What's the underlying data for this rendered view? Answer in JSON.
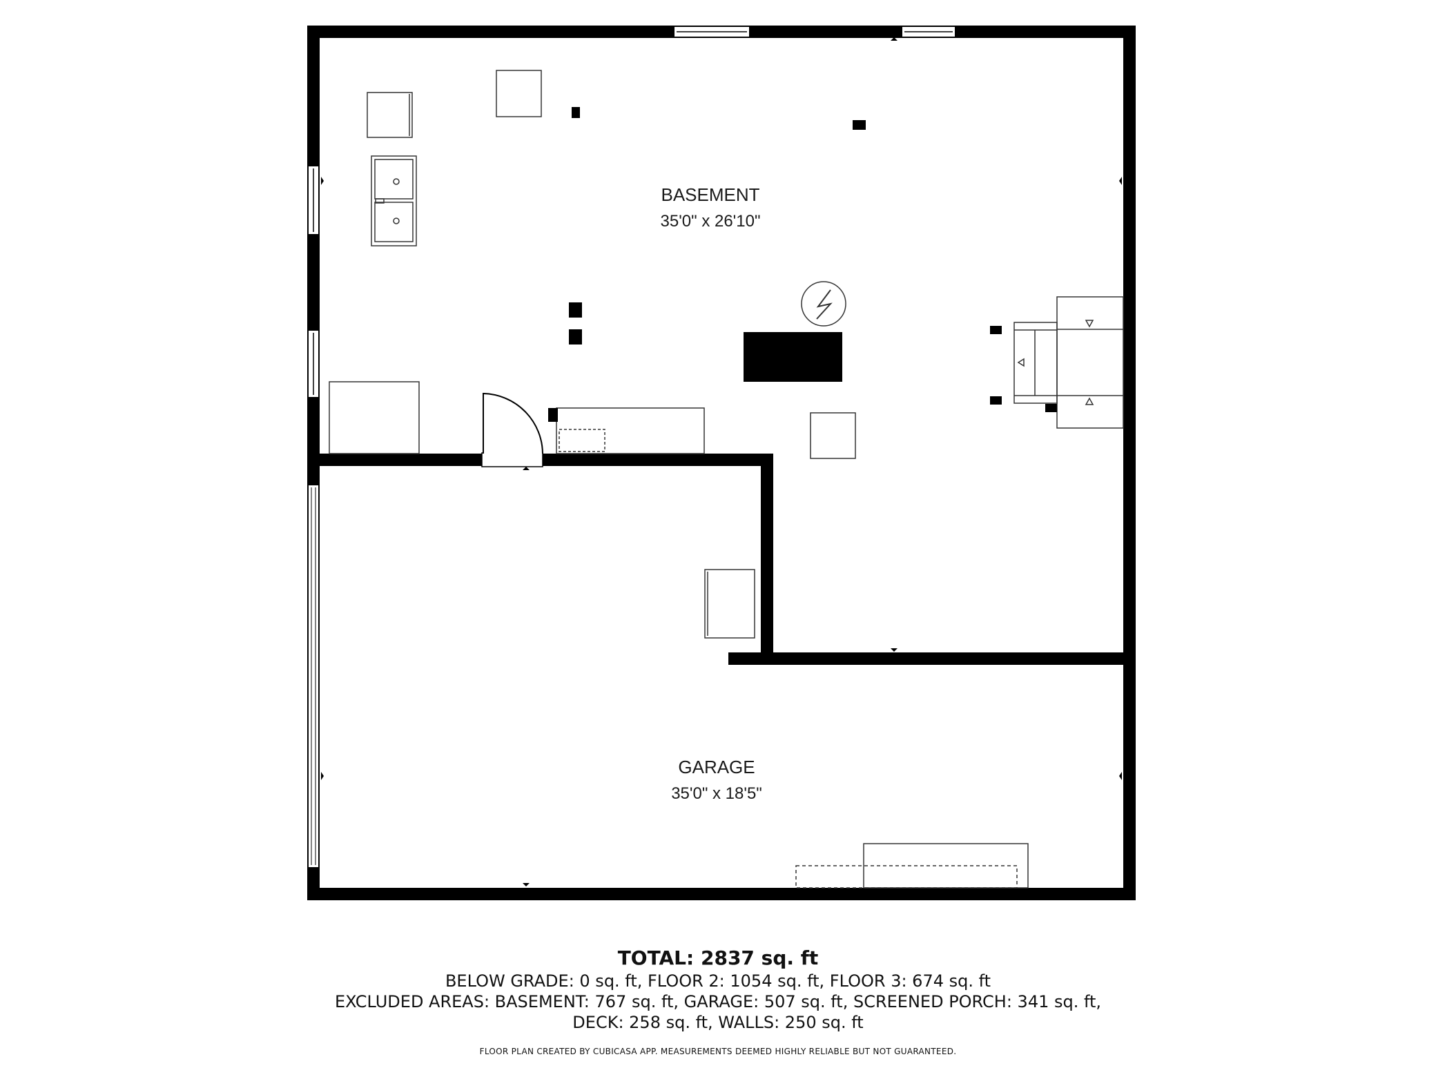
{
  "rooms": {
    "basement": {
      "name": "BASEMENT",
      "dimensions": "35'0\" x 26'10\""
    },
    "garage": {
      "name": "GARAGE",
      "dimensions": "35'0\" x 18'5\""
    }
  },
  "summary": {
    "total": "TOTAL: 2837 sq. ft",
    "line1": "BELOW GRADE: 0 sq. ft, FLOOR 2: 1054 sq. ft, FLOOR 3: 674 sq. ft",
    "line2": "EXCLUDED AREAS: BASEMENT: 767 sq. ft, GARAGE: 507 sq. ft, SCREENED PORCH: 341 sq. ft,",
    "line3": "DECK: 258 sq. ft, WALLS: 250 sq. ft",
    "credit": "FLOOR PLAN CREATED BY CUBICASA APP. MEASUREMENTS DEEMED HIGHLY RELIABLE BUT NOT GUARANTEED."
  },
  "colors": {
    "wall": "#000000",
    "fixture_stroke": "#333333",
    "background": "#ffffff"
  },
  "icons": {
    "electrical_panel": "lightning-bolt-icon",
    "sink": "double-sink-icon"
  }
}
